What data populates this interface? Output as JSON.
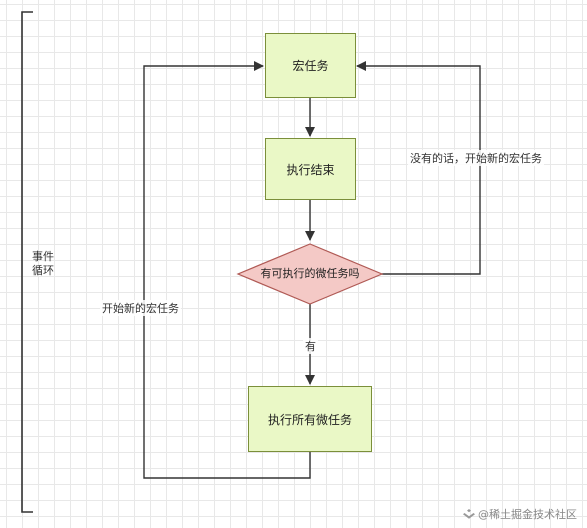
{
  "side_label": {
    "line1": "事件",
    "line2": "循环"
  },
  "nodes": {
    "macrotask": "宏任务",
    "exec_end": "执行结束",
    "decision": "有可执行的微任务吗",
    "exec_micro": "执行所有微任务"
  },
  "edge_labels": {
    "no_branch": "没有的话，开始新的宏任务",
    "yes_branch": "有",
    "loop_back": "开始新的宏任务"
  },
  "watermark": {
    "icon": "juejin-logo-icon",
    "text": "@稀土掘金技术社区"
  },
  "colors": {
    "box_fill": "#eaf8c6",
    "box_border": "#7b8f3a",
    "diamond_fill": "#f4c9c6",
    "diamond_border": "#b05a55",
    "line": "#333333"
  }
}
